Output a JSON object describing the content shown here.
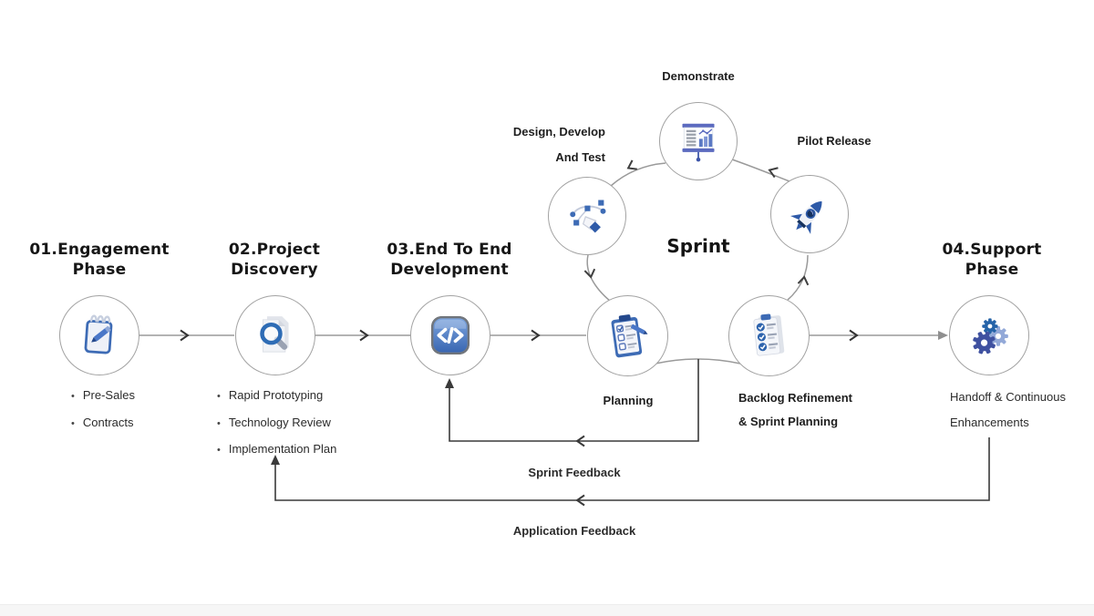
{
  "phases": [
    {
      "title_line1": "01.Engagement",
      "title_line2": "Phase",
      "icon": "notepad-pencil-icon",
      "bullets": [
        "Pre-Sales",
        "Contracts"
      ]
    },
    {
      "title_line1": "02.Project",
      "title_line2": "Discovery",
      "icon": "document-magnifier-icon",
      "bullets": [
        "Rapid Prototyping",
        "Technology Review",
        "Implementation Plan"
      ]
    },
    {
      "title_line1": "03.End To End",
      "title_line2": "Development",
      "icon": "code-icon",
      "bullets": []
    },
    {
      "title_line1": "04.Support",
      "title_line2": "Phase",
      "icon": "gears-icon",
      "notes": [
        "Handoff & Continuous",
        "Enhancements"
      ]
    }
  ],
  "sprint": {
    "center_label": "Sprint",
    "steps": [
      {
        "label_line1": "Planning",
        "icon": "clipboard-checklist-icon"
      },
      {
        "label_line1": "Design, Develop",
        "label_line2": "And Test",
        "icon": "pen-tool-icon"
      },
      {
        "label_line1": "Demonstrate",
        "icon": "presentation-chart-icon"
      },
      {
        "label_line1": "Pilot Release",
        "icon": "rocket-icon"
      },
      {
        "label_line1": "Backlog Refinement",
        "label_line2": "& Sprint Planning",
        "icon": "checklist-icon"
      }
    ]
  },
  "feedback_labels": {
    "sprint": "Sprint Feedback",
    "application": "Application Feedback"
  },
  "colors": {
    "accent_blue": "#3d6bb5",
    "dark_blue": "#24488c",
    "light_blue": "#8fa8d8",
    "line_gray": "#8f8f8f",
    "feedback_line": "#3a3a3a",
    "circle_border": "#a2a2a2",
    "text": "#222222"
  }
}
